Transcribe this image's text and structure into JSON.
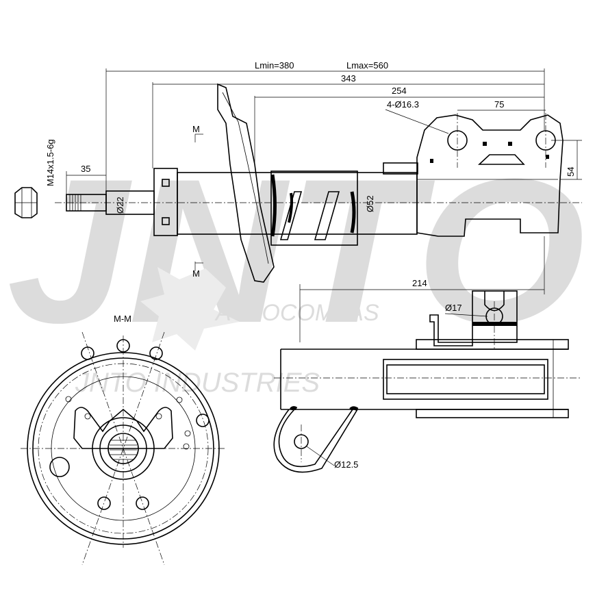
{
  "watermark": {
    "brand": "JNTO",
    "line1": "AUTOCOMPAS",
    "line2": "JNTO INDUSTRIES"
  },
  "section_label": "M-M",
  "cut_marker": "M",
  "dimensions": {
    "lmin": "Lmin=380",
    "lmax": "Lmax=560",
    "total": "343",
    "body": "254",
    "holes": "4-Ø16.3",
    "hole_spacing": "75",
    "bracket_height": "54",
    "thread": "M14x1.5-6g",
    "rod_length": "35",
    "rod_dia": "Ø22",
    "tube_dia": "Ø52",
    "bottom_len": "214",
    "slot_dia": "Ø17",
    "eye_dia": "Ø12.5"
  }
}
